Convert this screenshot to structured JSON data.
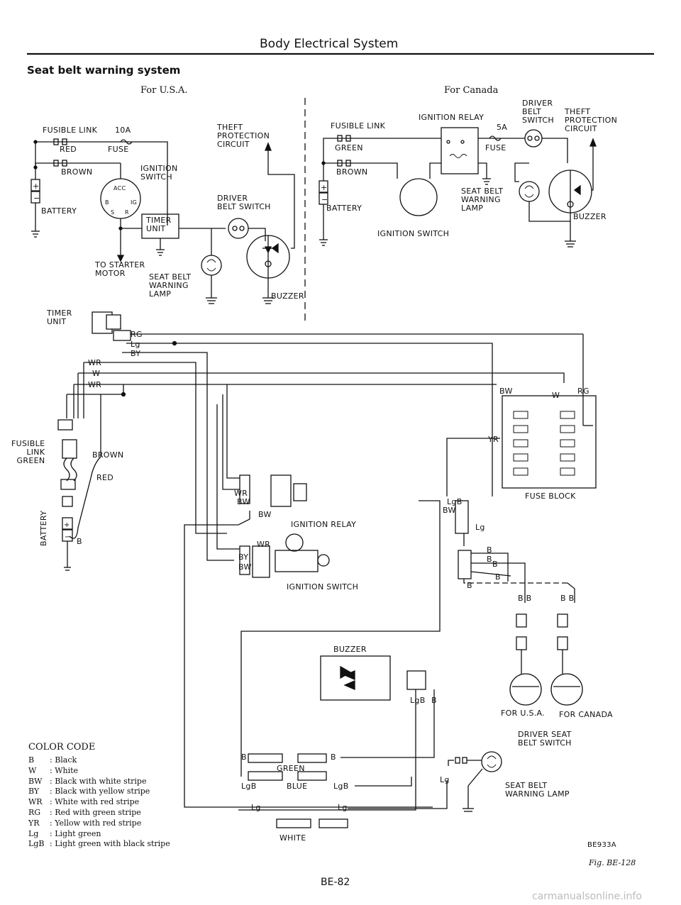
{
  "header": {
    "title": "Body Electrical System"
  },
  "section": {
    "title": "Seat belt warning system"
  },
  "usa": {
    "title": "For U.S.A.",
    "fusible_link": "FUSIBLE LINK",
    "amp_10a": "10A",
    "red": "RED",
    "fuse": "FUSE",
    "brown": "BROWN",
    "ignition_switch": "IGNITION\nSWITCH",
    "battery": "BATTERY",
    "timer_unit": "TIMER\nUNIT",
    "to_starter": "TO STARTER\nMOTOR",
    "seat_belt_lamp": "SEAT BELT\nWARNING\nLAMP",
    "theft": "THEFT\nPROTECTION\nCIRCUIT",
    "driver_belt": "DRIVER\nBELT SWITCH",
    "buzzer": "BUZZER",
    "acc": "ACC",
    "b": "B",
    "ig": "IG",
    "s": "S",
    "r": "R"
  },
  "canada": {
    "title": "For Canada",
    "fusible_link": "FUSIBLE LINK",
    "ignition_relay": "IGNITION RELAY",
    "green": "GREEN",
    "brown": "BROWN",
    "amp_5a": "5A",
    "fuse": "FUSE",
    "driver_belt_switch": "DRIVER\nBELT\nSWITCH",
    "theft": "THEFT\nPROTECTION\nCIRCUIT",
    "seat_belt_lamp": "SEAT BELT\nWARNING\nLAMP",
    "buzzer": "BUZZER",
    "battery": "BATTERY",
    "ignition_switch": "IGNITION SWITCH"
  },
  "wiring": {
    "timer_unit": "TIMER\nUNIT",
    "rg": "RG",
    "lg": "Lg",
    "by": "BY",
    "wr1": "WR",
    "w": "W",
    "wr2": "WR",
    "fusible_link": "FUSIBLE\nLINK\nGREEN",
    "brown": "BROWN",
    "red": "RED",
    "battery": "BATTERY",
    "b": "B",
    "wr_relay": "WR",
    "bw_relay": "BW",
    "bw_relay2": "BW",
    "ignition_relay": "IGNITION RELAY",
    "wr_sw": "WR",
    "by_sw": "BY",
    "bw_sw": "BW",
    "ignition_switch": "IGNITION SWITCH",
    "bw_fb": "BW",
    "w_fb": "W",
    "rg_fb": "RG",
    "yr": "YR",
    "fuse_block": "FUSE BLOCK",
    "lgb": "LgB",
    "bw_conn": "BW",
    "lg_conn": "Lg",
    "b1": "B",
    "b2": "B",
    "b3": "B",
    "b4": "B",
    "b5": "B",
    "bb_left": "B B",
    "bb_right": "B B",
    "for_usa": "FOR U.S.A.",
    "for_canada": "FOR CANADA",
    "driver_seat": "DRIVER SEAT\nBELT SWITCH",
    "buzzer": "BUZZER",
    "lgb_buz": "LgB",
    "b_buz": "B",
    "b_green_l": "B",
    "b_green_r": "B",
    "green": "GREEN",
    "lgb_blue_l": "LgB",
    "blue": "BLUE",
    "lgb_blue_r": "LgB",
    "lg_white_l": "Lg",
    "lg_white_r": "Lg",
    "white": "WHITE",
    "lg_lamp": "Lg",
    "seat_belt_lamp": "SEAT BELT\nWARNING LAMP"
  },
  "color_code": {
    "title": "COLOR CODE",
    "entries": [
      {
        "code": "B",
        "desc": ": Black"
      },
      {
        "code": "W",
        "desc": ": White"
      },
      {
        "code": "BW",
        "desc": ": Black with white stripe"
      },
      {
        "code": "BY",
        "desc": ": Black with yellow stripe"
      },
      {
        "code": "WR",
        "desc": ": White with red stripe"
      },
      {
        "code": "RG",
        "desc": ": Red with green stripe"
      },
      {
        "code": "YR",
        "desc": ": Yellow with red stripe"
      },
      {
        "code": "Lg",
        "desc": ": Light green"
      },
      {
        "code": "LgB",
        "desc": ": Light green with black stripe"
      }
    ]
  },
  "footer": {
    "code": "BE933A",
    "fig": "Fig. BE-128",
    "page": "BE-82",
    "watermark": "carmanualsonline.info"
  }
}
